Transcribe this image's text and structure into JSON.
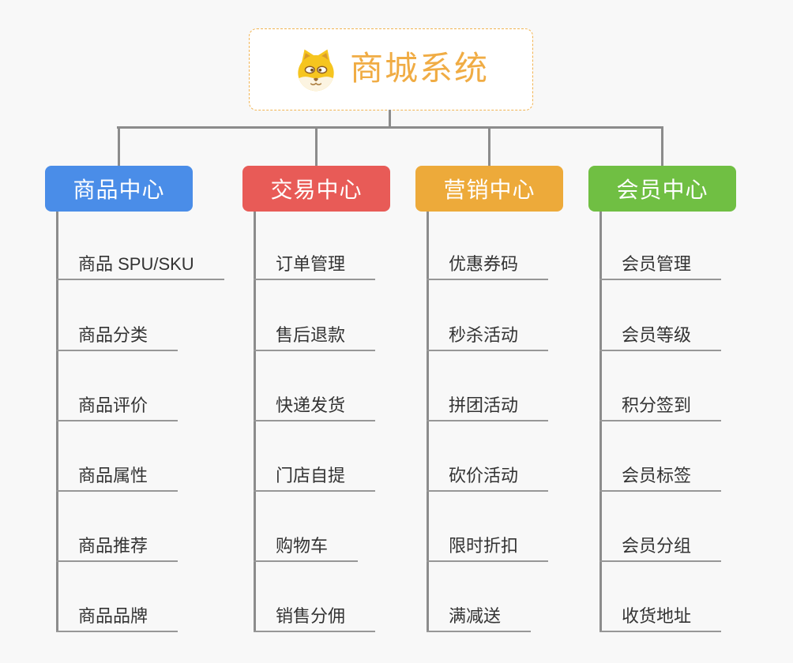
{
  "root": {
    "title": "商城系统",
    "icon": "shiba-dog-icon"
  },
  "branches": [
    {
      "label": "商品中心",
      "color": "#4a8de8",
      "items": [
        "商品 SPU/SKU",
        "商品分类",
        "商品评价",
        "商品属性",
        "商品推荐",
        "商品品牌"
      ]
    },
    {
      "label": "交易中心",
      "color": "#e85b57",
      "items": [
        "订单管理",
        "售后退款",
        "快递发货",
        "门店自提",
        "购物车",
        "销售分佣"
      ]
    },
    {
      "label": "营销中心",
      "color": "#edaa3a",
      "items": [
        "优惠券码",
        "秒杀活动",
        "拼团活动",
        "砍价活动",
        "限时折扣",
        "满减送"
      ]
    },
    {
      "label": "会员中心",
      "color": "#70bf43",
      "items": [
        "会员管理",
        "会员等级",
        "积分签到",
        "会员标签",
        "会员分组",
        "收货地址"
      ]
    }
  ],
  "colors": {
    "background": "#f8f8f8",
    "connector": "#8c8c8c",
    "item_underline": "#979797",
    "item_text": "#333333",
    "root_border": "#f2b452",
    "root_title": "#f0ac44",
    "branch_text": "#ffffff"
  }
}
